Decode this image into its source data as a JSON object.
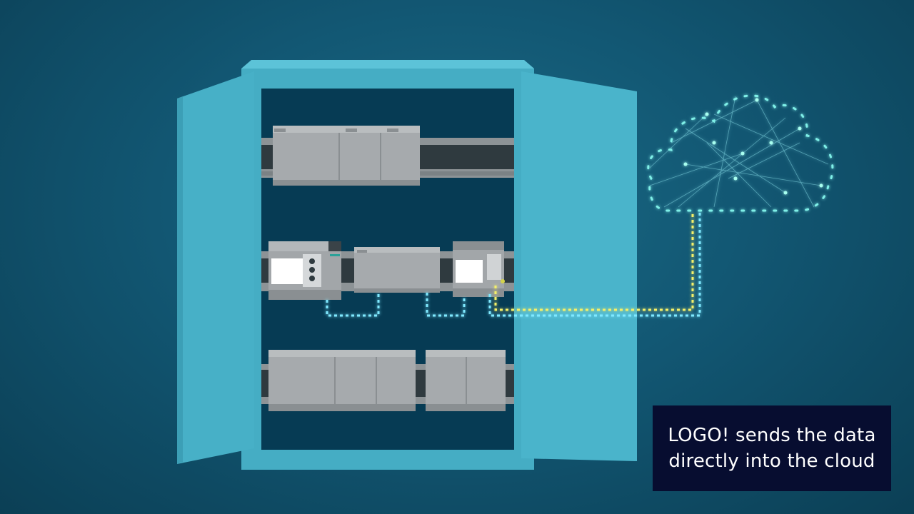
{
  "caption": {
    "line1": "LOGO! sends the data",
    "line2": "directly into the cloud"
  },
  "colors": {
    "background": "#125773",
    "cabinet": "#49b3c9",
    "cabinet_interior": "#063b54",
    "module": "#a3a7aa",
    "link_cyan": "#7fe9ff",
    "link_yellow": "#f4f06a",
    "caption_bg": "#070d30"
  },
  "icons": [
    "control-cabinet",
    "plc-module",
    "cloud-network"
  ]
}
